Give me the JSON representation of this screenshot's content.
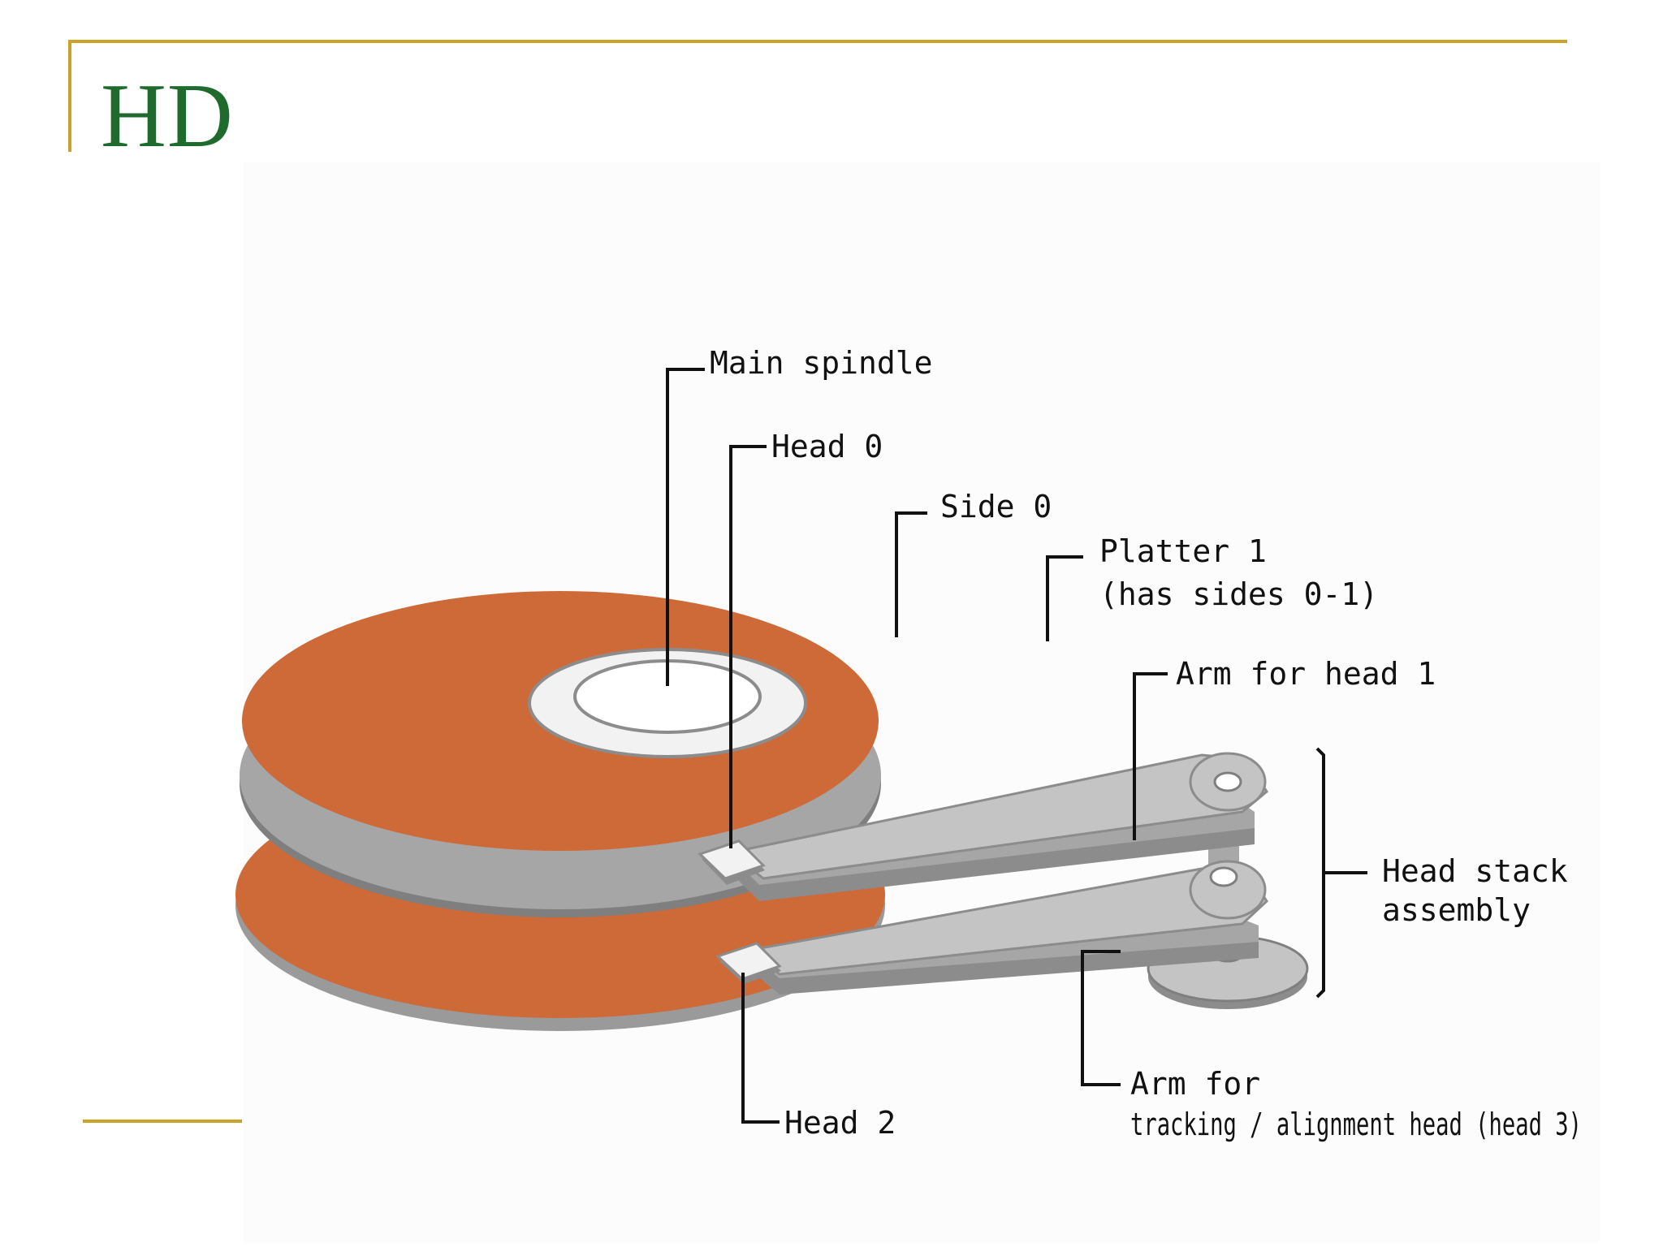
{
  "slide": {
    "title": "HD"
  },
  "diagram": {
    "labels": {
      "main_spindle": "Main spindle",
      "head_0": "Head 0",
      "side_0": "Side 0",
      "platter_1_line1": "Platter 1",
      "platter_1_line2": "(has sides 0-1)",
      "arm_head_1": "Arm for head 1",
      "head_stack_line1": "Head stack",
      "head_stack_line2": "assembly",
      "arm_tracking_line1": "Arm for",
      "arm_tracking_line2": "tracking / alignment head (head 3)",
      "head_2": "Head 2"
    },
    "colors": {
      "platter": "#cd6a38",
      "platter_edge": "#9a9a9a",
      "arm": "#c4c4c4",
      "accent_rule": "#c9a227",
      "title": "#1f6b2e"
    }
  }
}
